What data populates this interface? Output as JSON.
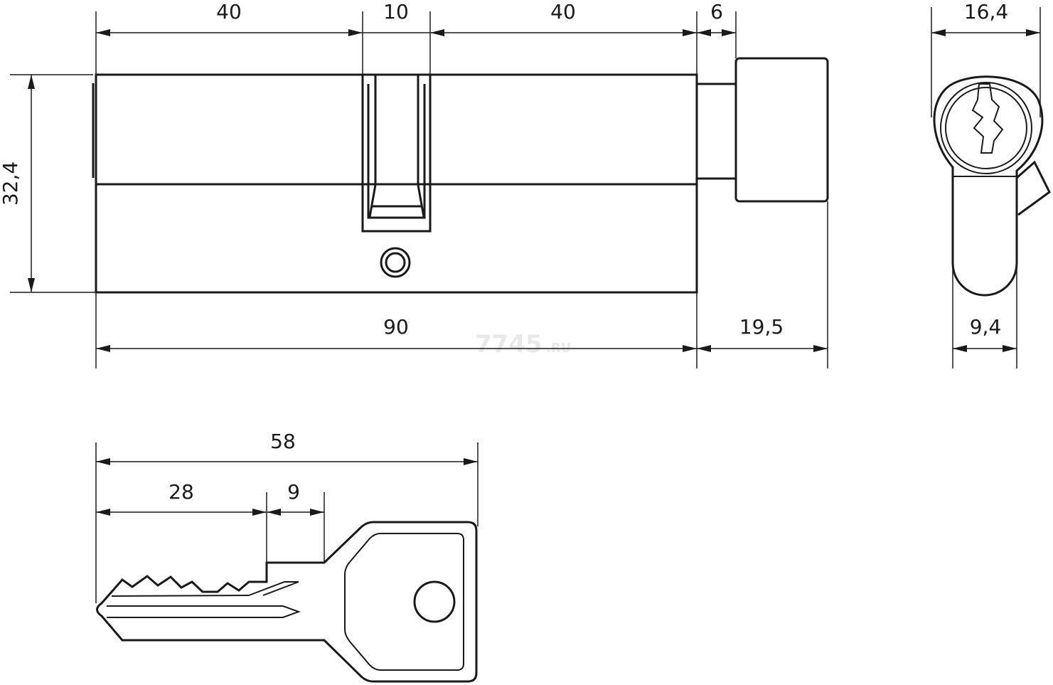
{
  "watermark": {
    "main": "7745",
    "suffix": ".RU"
  },
  "cylinder_front": {
    "dim_left_length": "40",
    "dim_cam_width": "10",
    "dim_right_length": "40",
    "dim_gap": "6",
    "dim_height": "32,4",
    "dim_total_length": "90",
    "dim_knob_length": "19,5"
  },
  "cylinder_profile": {
    "dim_top_width": "16,4",
    "dim_bottom_width": "9,4"
  },
  "key": {
    "dim_total_length": "58",
    "dim_blade_length": "28",
    "dim_shoulder": "9"
  }
}
